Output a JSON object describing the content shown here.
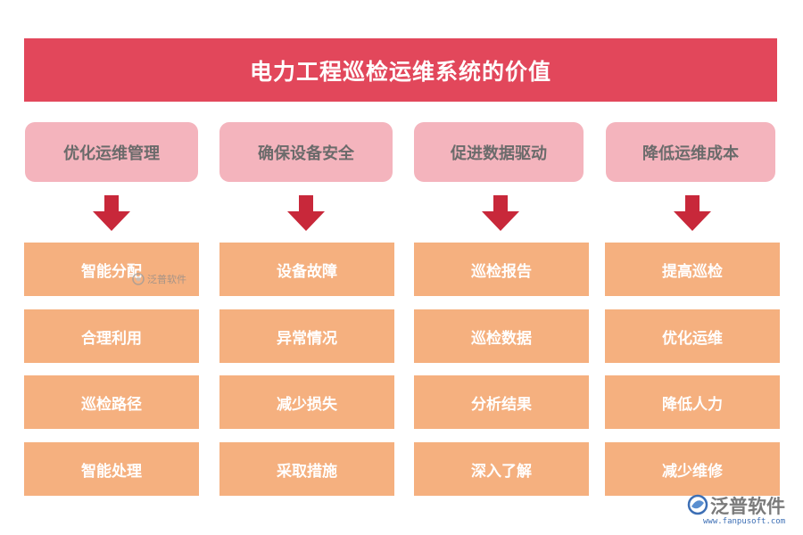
{
  "title": "电力工程巡检运维系统的价值",
  "columns": [
    {
      "header": "优化运维管理",
      "items": [
        "智能分配",
        "合理利用",
        "巡检路径",
        "智能处理"
      ]
    },
    {
      "header": "确保设备安全",
      "items": [
        "设备故障",
        "异常情况",
        "减少损失",
        "采取措施"
      ]
    },
    {
      "header": "促进数据驱动",
      "items": [
        "巡检报告",
        "巡检数据",
        "分析结果",
        "深入了解"
      ]
    },
    {
      "header": "降低运维成本",
      "items": [
        "提高巡检",
        "优化运维",
        "降低人力",
        "减少维修"
      ]
    }
  ],
  "watermark": {
    "brand": "泛普软件",
    "url": "www.fanpusoft.com"
  },
  "colors": {
    "title_bg": "#e2475b",
    "header_bg": "#f4b4bd",
    "arrow": "#c8283a",
    "item_bg": "#f5b07f"
  }
}
